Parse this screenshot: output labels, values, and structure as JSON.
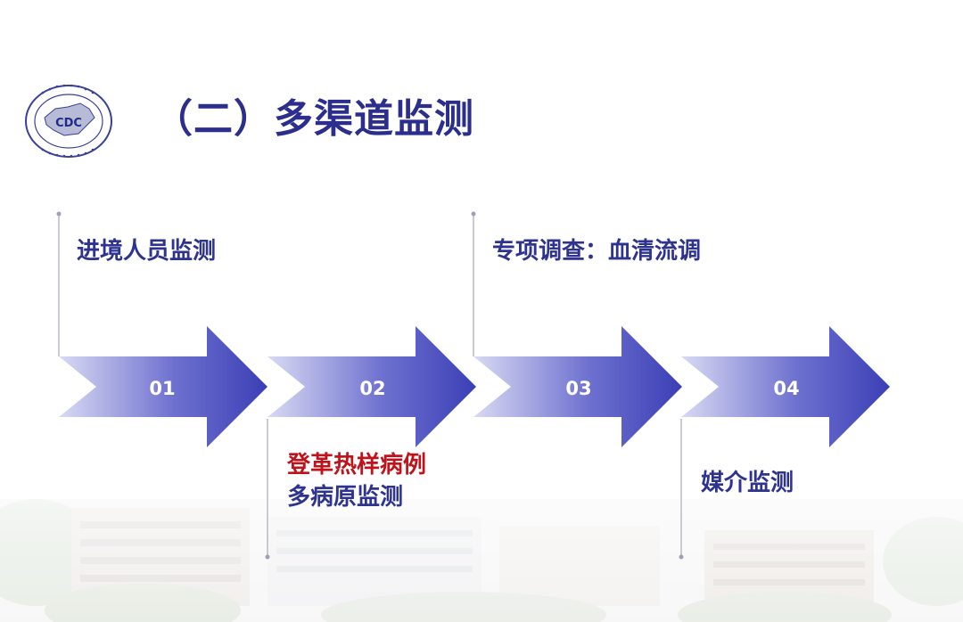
{
  "slide": {
    "title": "（二）多渠道监测",
    "logo": {
      "icon": "cdc-logo-icon",
      "text": "CDC"
    }
  },
  "steps": [
    {
      "number": "01",
      "lines": [
        "进境人员监测"
      ],
      "position": "top"
    },
    {
      "number": "02",
      "lines": [
        "登革热样病例",
        "多病原监测"
      ],
      "position": "bottom"
    },
    {
      "number": "03",
      "lines": [
        "专项调查：血清流调"
      ],
      "position": "top"
    },
    {
      "number": "04",
      "lines": [
        "媒介监测"
      ],
      "position": "bottom"
    }
  ],
  "colors": {
    "title": "#2b2e8c",
    "label": "#2e3390",
    "highlight": "#c0121a",
    "arrow_light": "#d9daf3",
    "arrow_dark": "#3b3fb5",
    "connector": "#b7b9c8"
  }
}
